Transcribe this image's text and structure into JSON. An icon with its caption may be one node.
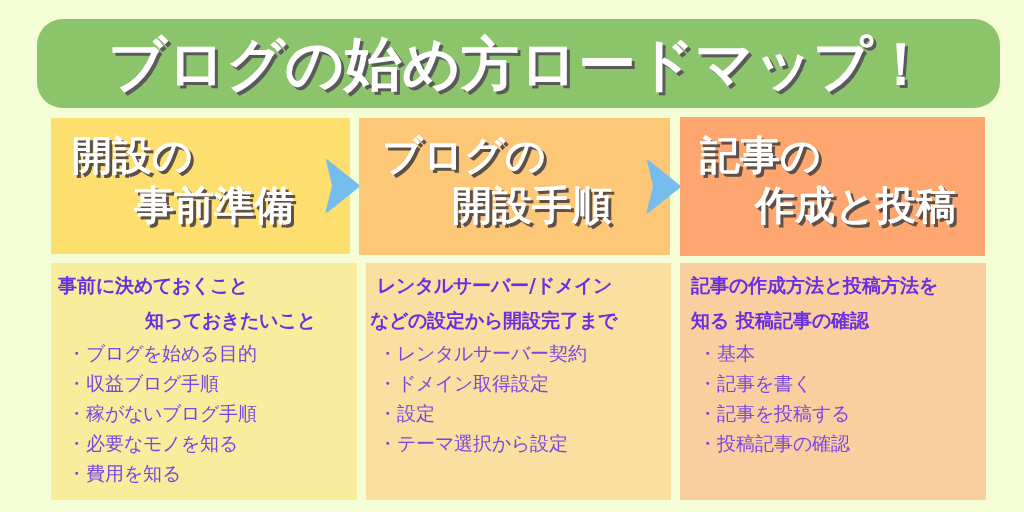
{
  "diagram": {
    "title": "ブログの始め方ロードマップ！",
    "nodes": [
      {
        "text": [
          "開設の事前準備"
        ]
      },
      {
        "text": [
          "ブログの開設手順"
        ]
      },
      {
        "text": [
          "記事の作成と投稿"
        ]
      },
      {
        "text": [
          "事前に決めておくこと知っておきたいこと",
          "・ブログを始める目的",
          "・収益ブログ手順",
          "・稼がないブログ手順",
          "・必要なモノを知る",
          "・費用を知る"
        ]
      },
      {
        "text": [
          "レンタルサーバー/ドメインなどの設定から開設完了まで",
          "・レンタルサーバー契約",
          "・ドメイン取得設定",
          "・設定",
          "・テーマ選択から設定"
        ]
      },
      {
        "text": [
          "記事の作成方法と投稿方法を知る 投稿記事の確認",
          "・基本",
          "・記事を書く",
          "・記事を投稿する",
          "・投稿記事の確認"
        ]
      }
    ],
    "edges": [
      {
        "from": 0,
        "to": 1,
        "arrow": "to"
      },
      {
        "from": 1,
        "to": 2,
        "arrow": "to"
      }
    ]
  }
}
